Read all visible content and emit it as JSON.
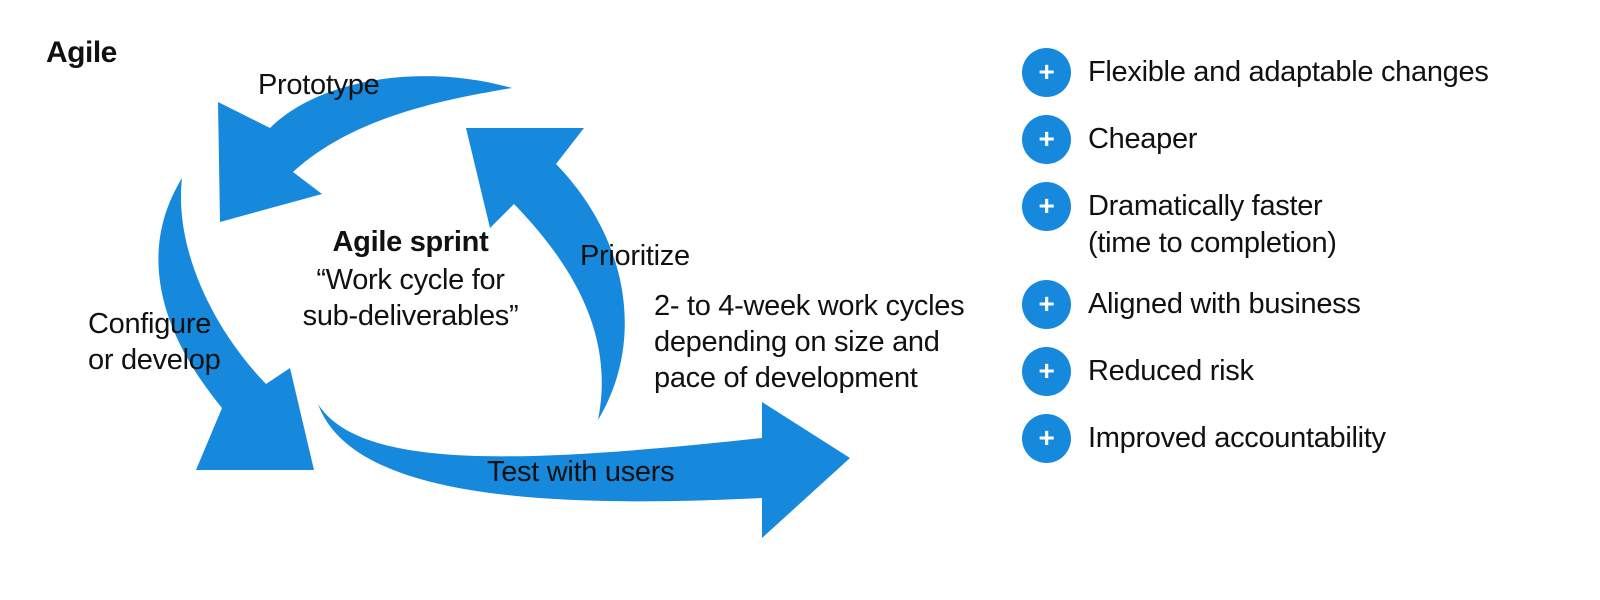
{
  "title": "Agile",
  "colors": {
    "accent": "#1689dd",
    "text": "#111111",
    "background": "#ffffff"
  },
  "cycle": {
    "steps": {
      "prototype": "Prototype",
      "prioritize": "Prioritize",
      "configure": "Configure\nor develop",
      "test": "Test with users"
    },
    "center_title": "Agile sprint",
    "center_subtitle": "“Work cycle for\nsub-deliverables”"
  },
  "note": [
    "2- to 4-week work cycles",
    "depending on size and",
    "pace of development"
  ],
  "benefit_icon": "plus-circle-icon",
  "benefits": [
    "Flexible and adaptable changes",
    "Cheaper",
    "Dramatically faster\n(time to completion)",
    "Aligned with business",
    "Reduced risk",
    "Improved accountability"
  ]
}
